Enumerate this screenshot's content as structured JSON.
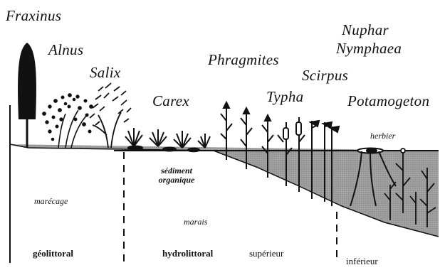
{
  "genera": {
    "fraxinus": "Fraxinus",
    "alnus": "Alnus",
    "salix": "Salix",
    "carex": "Carex",
    "phragmites": "Phragmites",
    "typha": "Typha",
    "scirpus": "Scirpus",
    "nuphar": "Nuphar",
    "nymphaea": "Nymphaea",
    "potamogeton": "Potamogeton"
  },
  "zones": {
    "herbier": "herbier",
    "marecage": "marécage",
    "marais": "marais",
    "sediment_line1": "sédiment",
    "sediment_line2": "organique",
    "geolittoral": "géolittoral",
    "hydrolittoral": "hydrolittoral",
    "superieur": "supérieur",
    "inferieur": "inférieur"
  },
  "colors": {
    "ink": "#111111",
    "sediment": "#9a9a9a",
    "water_line": "#111111"
  }
}
